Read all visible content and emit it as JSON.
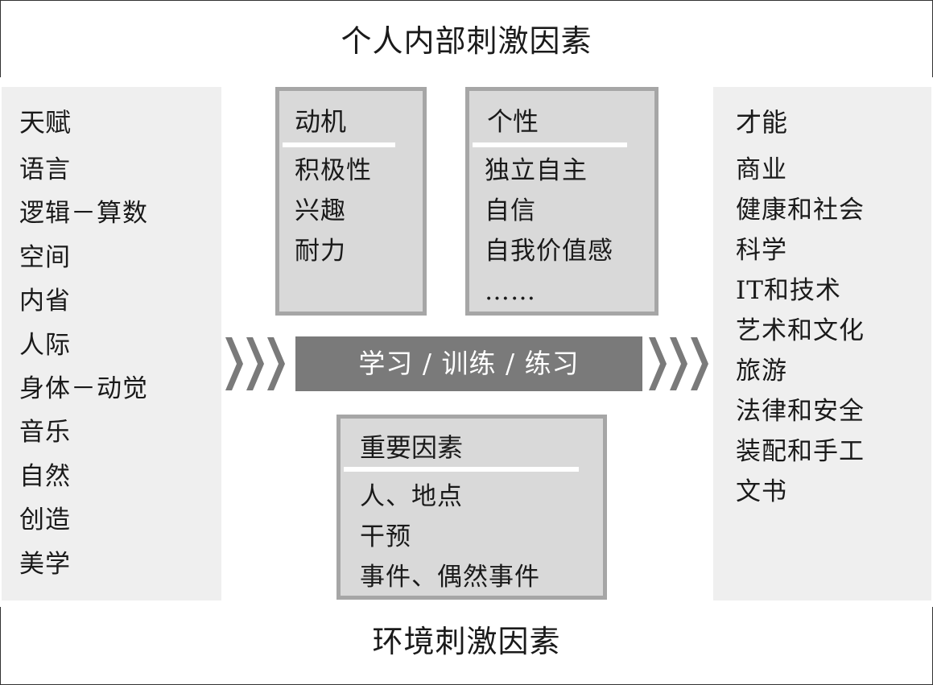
{
  "titles": {
    "top": "个人内部刺激因素",
    "bottom": "环境刺激因素"
  },
  "left_column": {
    "heading": "天赋",
    "items": [
      "语言",
      "逻辑－算数",
      "空间",
      "内省",
      "人际",
      "身体－动觉",
      "音乐",
      "自然",
      "创造",
      "美学"
    ]
  },
  "right_column": {
    "heading": "才能",
    "items": [
      "商业",
      "健康和社会",
      "科学",
      "IT和技术",
      "艺术和文化",
      "旅游",
      "法律和安全",
      "装配和手工",
      "文书"
    ]
  },
  "motivation_box": {
    "title": "动机",
    "items": [
      "积极性",
      "兴趣",
      "耐力"
    ]
  },
  "personality_box": {
    "title": "个性",
    "items": [
      "独立自主",
      "自信",
      "自我价值感",
      "……"
    ]
  },
  "factors_box": {
    "title": "重要因素",
    "items": [
      "人、地点",
      "干预",
      "事件、偶然事件"
    ]
  },
  "banner": {
    "label": "学习 / 训练 / 练习"
  },
  "colors": {
    "column_bg": "#efefef",
    "box_bg": "#d9d9d9",
    "box_border": "#a6a6a6",
    "banner_bg": "#7a7a7a",
    "chevron": "#7a7a7a"
  },
  "icons": {
    "left_arrows": "triple-chevron-right-icon",
    "right_arrows": "triple-chevron-right-icon"
  }
}
